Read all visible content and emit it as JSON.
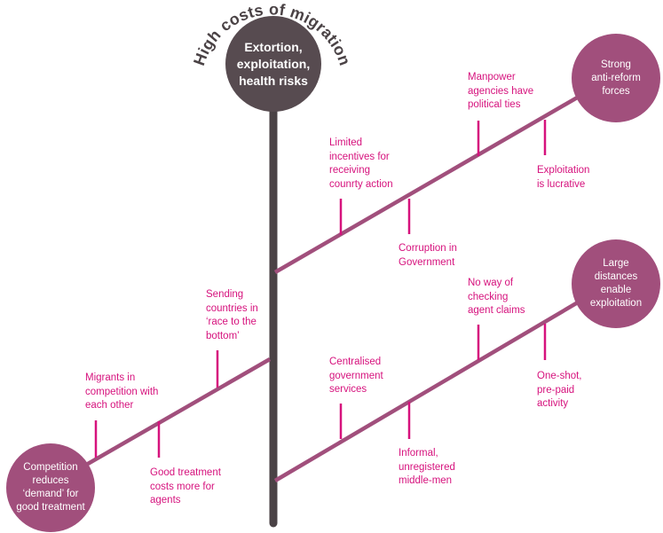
{
  "diagram": {
    "header_arc_text": "High costs of migration",
    "top_node": "Extortion,\nexploitation,\nhealth risks",
    "bottom_left_node": "Competition\nreduces\n‘demand’ for\ngood treatment",
    "upper_right_node": "Strong\nanti-reform\nforces",
    "lower_right_node": "Large\ndistances\nenable\nexploitation",
    "labels": {
      "migrants_competition": "Migrants in\ncompetition with\neach other",
      "good_treatment_costs": "Good treatment\ncosts more for\nagents",
      "sending_countries": "Sending\ncountries in\n‘race to the\nbottom’",
      "limited_incentives": "Limited\nincentives for\nreceiving\ncounrty action",
      "corruption": "Corruption in\nGovernment",
      "manpower_agencies": "Manpower\nagencies have\npolitical ties",
      "exploitation_lucrative": "Exploitation\nis lucrative",
      "centralised_services": "Centralised\ngovernment\nservices",
      "informal_middlemen": "Informal,\nunregistered\nmiddle-men",
      "no_way_checking": "No way of\nchecking\nagent claims",
      "one_shot": "One-shot,\npre-paid\nactivity"
    },
    "colors": {
      "spine": "#4a4245",
      "top_circle": "#574b50",
      "node_circle": "#a14f7c",
      "branch": "#a14f7c",
      "tick": "#d6127d",
      "label_text": "#d6127d"
    }
  }
}
